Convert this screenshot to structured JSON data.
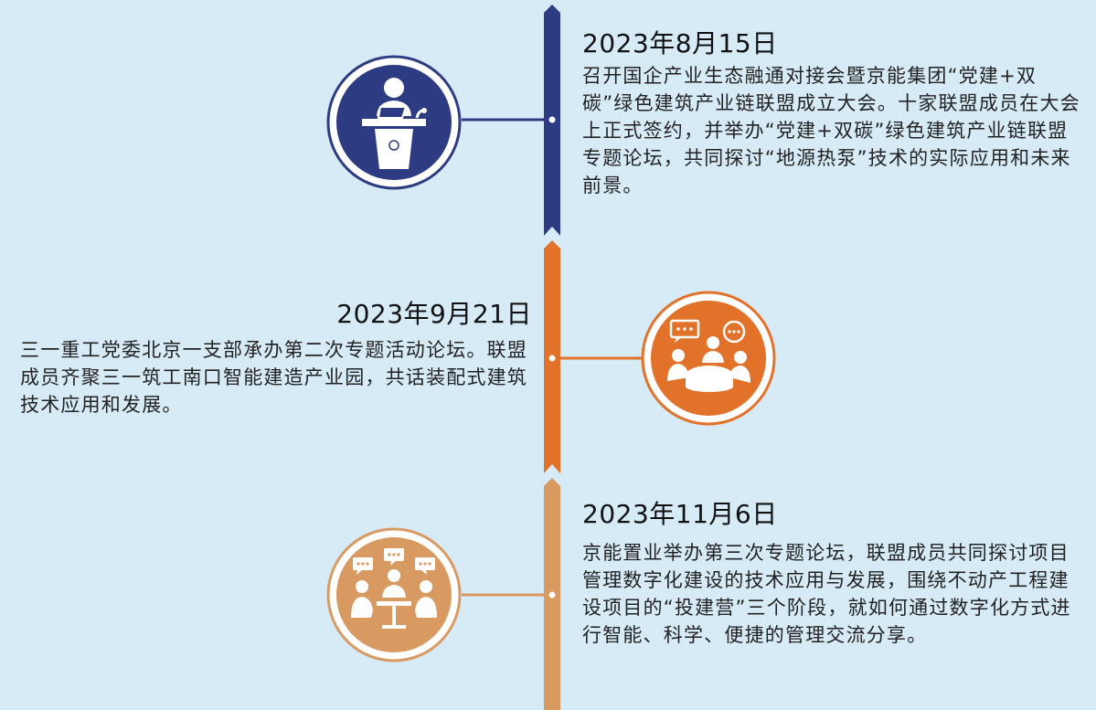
{
  "colors": {
    "background": "#d7ebf7",
    "navy": "#2d3b83",
    "orange": "#e27129",
    "tan": "#d99a62"
  },
  "events": [
    {
      "date": "2023年8月15日",
      "description": "召开国企产业生态融通对接会暨京能集团“党建+双碳”绿色建筑产业链联盟成立大会。十家联盟成员在大会上正式签约，并举办“党建+双碳”绿色建筑产业链联盟专题论坛，共同探讨“地源热泵”技术的实际应用和未来前景。",
      "icon": "speaker-podium-icon",
      "color": "#2d3b83"
    },
    {
      "date": "2023年9月21日",
      "description": "三一重工党委北京一支部承办第二次专题活动论坛。联盟成员齐聚三一筑工南口智能建造产业园，共话装配式建筑技术应用和发展。",
      "icon": "meeting-table-icon",
      "color": "#e27129"
    },
    {
      "date": "2023年11月6日",
      "description": "京能置业举办第三次专题论坛，联盟成员共同探讨项目管理数字化建设的技术应用与发展，围绕不动产工程建设项目的“投建营”三个阶段，就如何通过数字化方式进行智能、科学、便捷的管理交流分享。",
      "icon": "panel-discussion-icon",
      "color": "#d99a62"
    }
  ]
}
